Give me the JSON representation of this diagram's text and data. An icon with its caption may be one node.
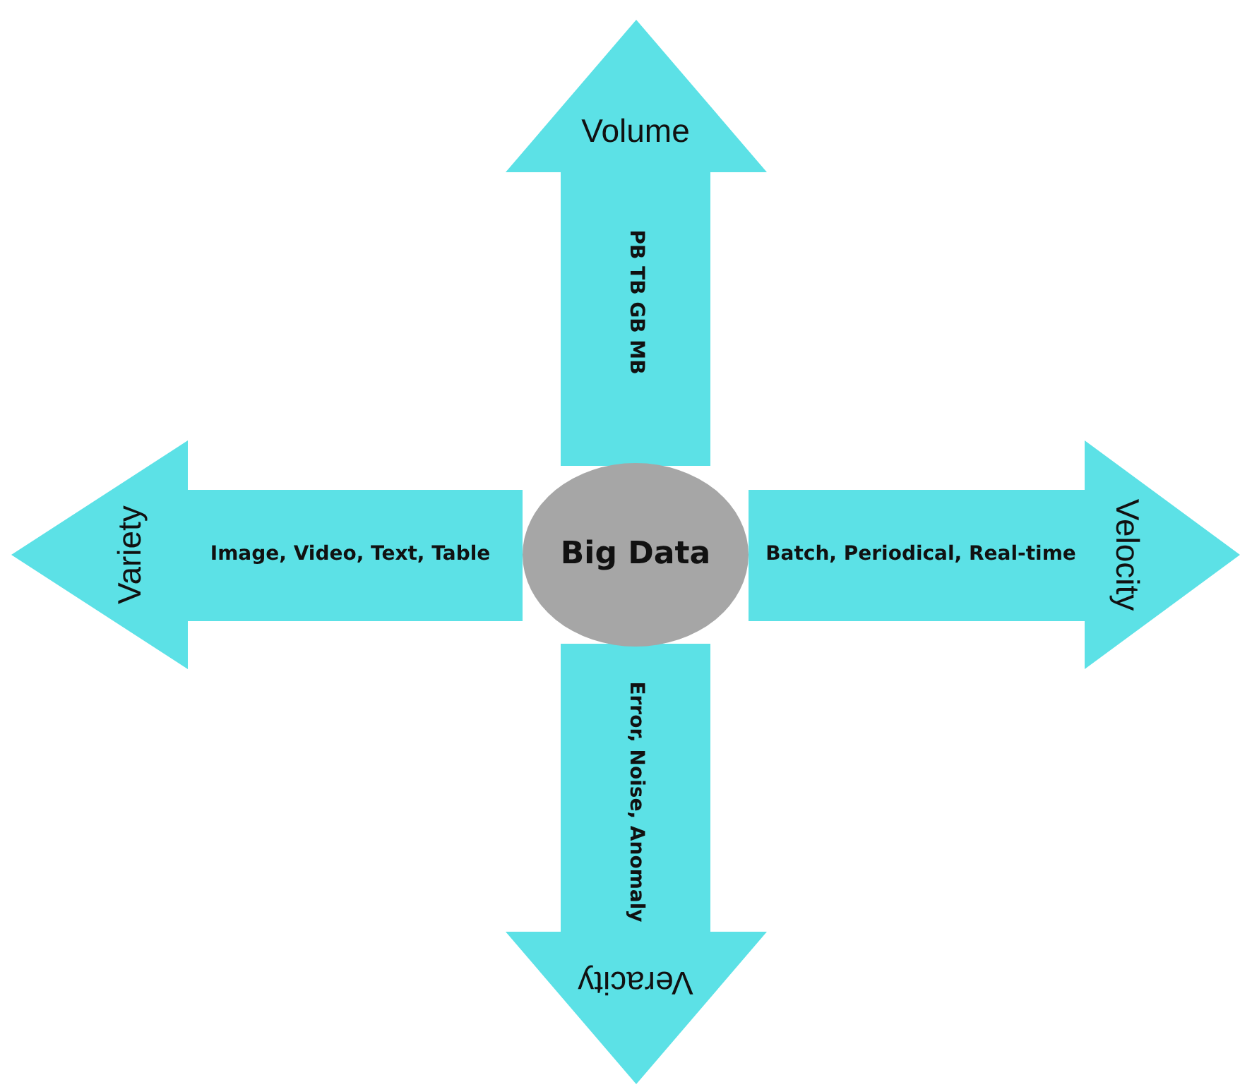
{
  "diagram": {
    "nodes": [
      {
        "text": [
          "Volume",
          "PB TB GB MB"
        ]
      },
      {
        "text": [
          "Variety",
          "Image, Video, Text, Table"
        ]
      },
      {
        "text": [
          "Big Data"
        ]
      },
      {
        "text": [
          "Velocity",
          "Batch, Periodical, Real-time"
        ]
      },
      {
        "text": [
          "Veracity",
          "Error, Noise, Anomaly"
        ]
      }
    ]
  }
}
